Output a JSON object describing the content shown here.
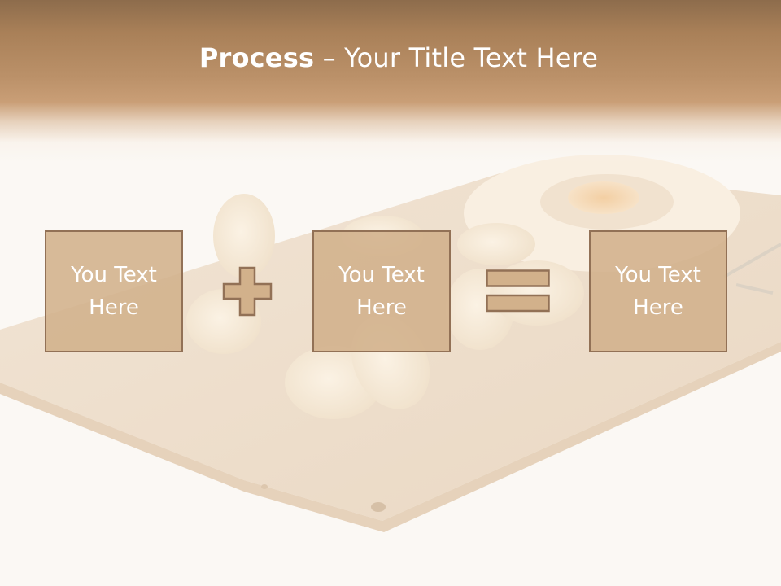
{
  "slide": {
    "title_bold": "Process",
    "title_rest": " – Your Title Text Here"
  },
  "process": {
    "boxes": [
      {
        "text": "You Text Here"
      },
      {
        "text": "You Text Here"
      },
      {
        "text": "You Text Here"
      }
    ],
    "operators": [
      "plus-icon",
      "equals-icon"
    ]
  },
  "colors": {
    "header_brown": "#a98058",
    "box_fill": "#d2b18b",
    "box_border": "#927156",
    "text_white": "#ffffff"
  }
}
